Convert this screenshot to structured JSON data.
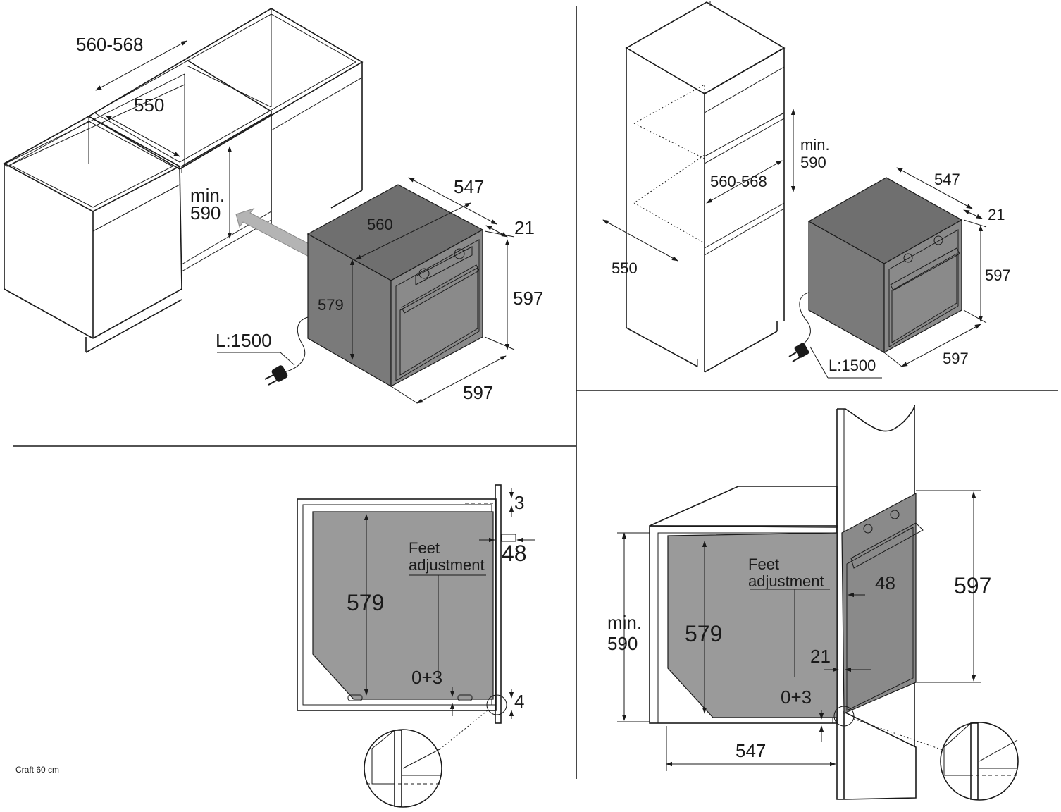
{
  "colors": {
    "oven_body": "#6f6f6f",
    "oven_gray": "#9a9a9a",
    "glass": "#c8c8c8",
    "light_gray": "#d8d8d8",
    "arrow": "#b4b4b4",
    "line": "#1a1a1a"
  },
  "footer": {
    "model": "Craft 60 cm"
  },
  "q1": {
    "cabinet_width": "560-568",
    "cabinet_inner": "550",
    "niche_height_l1": "min.",
    "niche_height_l2": "590",
    "oven_depth": "547",
    "oven_inner_width": "560",
    "front_thickness": "21",
    "oven_side_height": "579",
    "front_height": "597",
    "front_width": "597",
    "cable": "L:1500"
  },
  "q2": {
    "niche_height_l1": "min.",
    "niche_height_l2": "590",
    "niche_width": "560-568",
    "niche_depth": "550",
    "oven_depth": "547",
    "front_thickness": "21",
    "front_height": "597",
    "front_width": "597",
    "cable": "L:1500"
  },
  "q3": {
    "top_gap": "3",
    "panel_offset": "48",
    "feet_l1": "Feet",
    "feet_l2": "adjustment",
    "height": "579",
    "feet_range": "0+3",
    "bottom_gap": "4"
  },
  "q4": {
    "feet_l1": "Feet",
    "feet_l2": "adjustment",
    "panel_offset": "48",
    "front_height": "597",
    "niche_l1": "min.",
    "niche_l2": "590",
    "height": "579",
    "front_thickness": "21",
    "feet_range": "0+3",
    "depth": "547"
  }
}
